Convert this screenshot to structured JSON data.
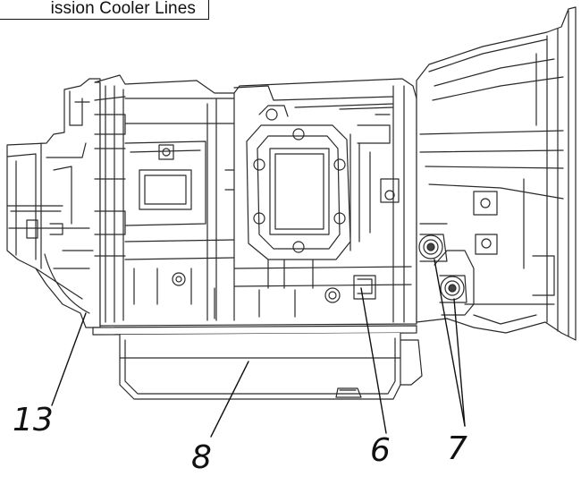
{
  "title": "ission Cooler Lines",
  "callouts": {
    "c13": "13",
    "c8": "8",
    "c6": "6",
    "c7": "7"
  }
}
